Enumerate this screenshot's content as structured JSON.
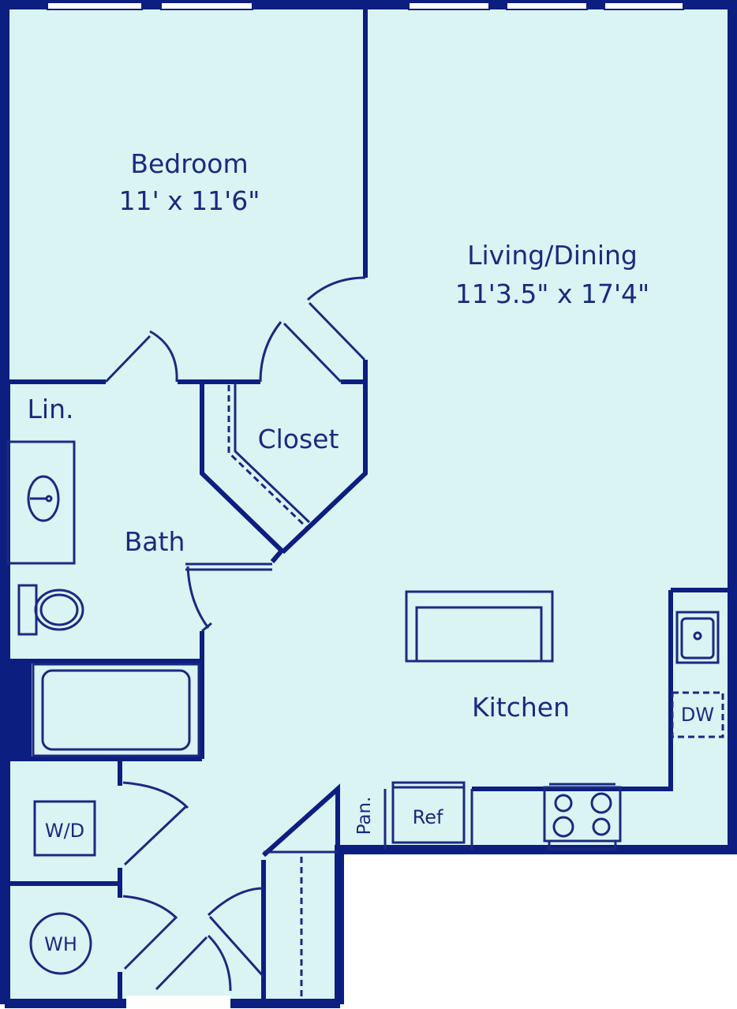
{
  "colors": {
    "floor": "#daf4f4",
    "wall": "#0c1e80",
    "line": "#1a2a80",
    "window": "#ffffff",
    "exterior": "#ffffff"
  },
  "rooms": {
    "bedroom": {
      "name": "Bedroom",
      "dims": "11' x 11'6\""
    },
    "living": {
      "name": "Living/Dining",
      "dims": "11'3.5\" x 17'4\""
    },
    "closet": {
      "name": "Closet"
    },
    "linen": {
      "name": "Lin."
    },
    "bath": {
      "name": "Bath"
    },
    "kitchen": {
      "name": "Kitchen"
    }
  },
  "fixtures": {
    "washer_dryer": "W/D",
    "water_heater": "WH",
    "refrigerator": "Ref",
    "pantry": "Pan.",
    "dishwasher": "DW"
  }
}
